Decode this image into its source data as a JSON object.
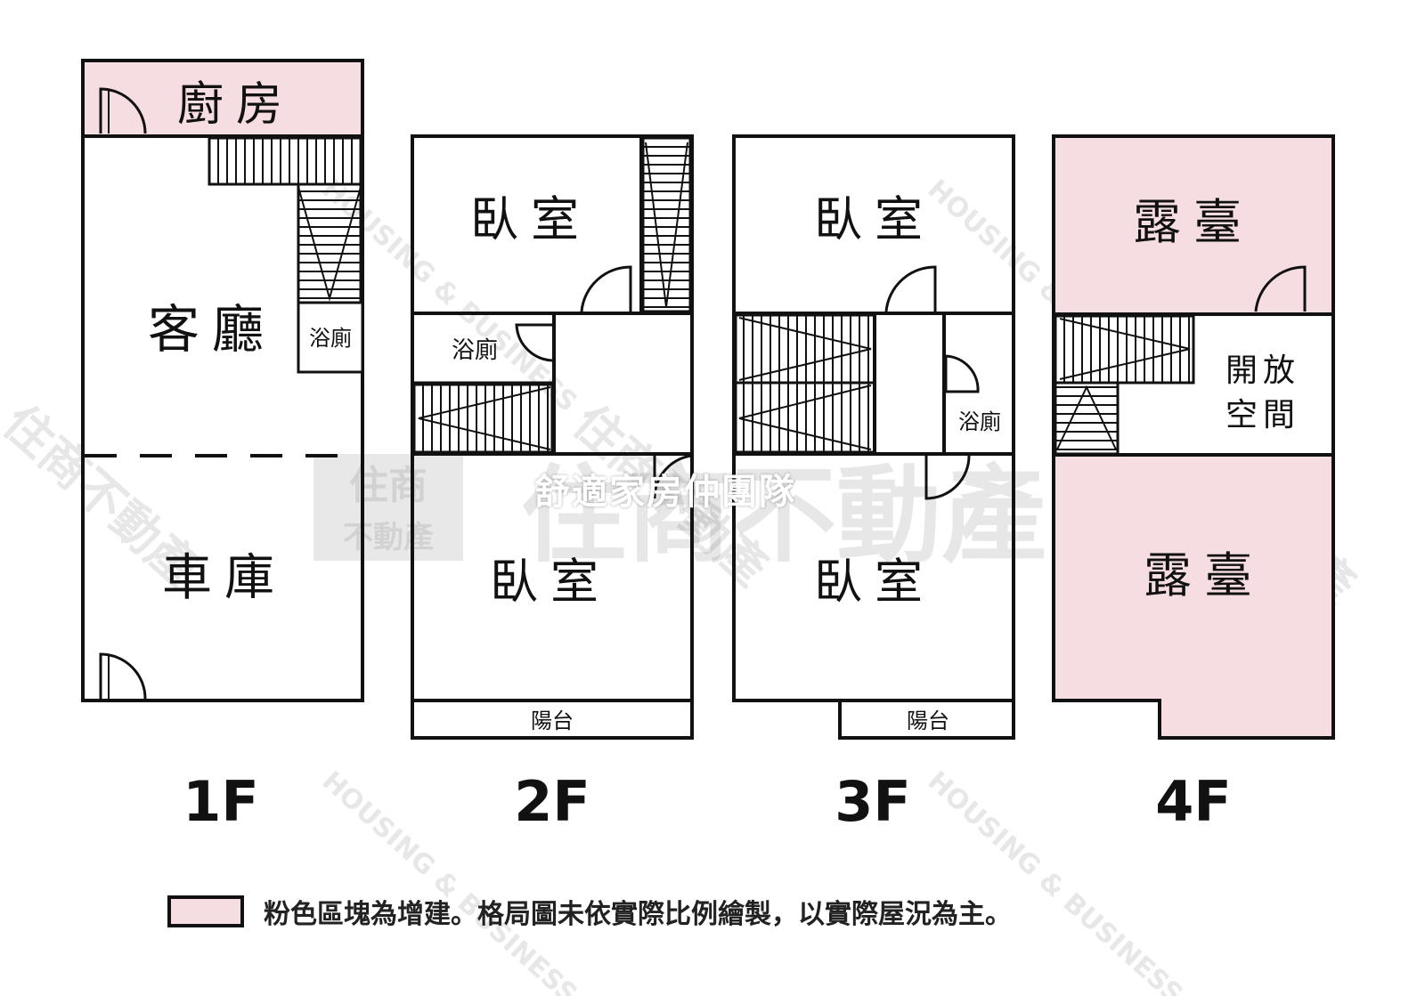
{
  "colors": {
    "addition": "#f5dde1",
    "line": "#111111"
  },
  "floors": {
    "f1": {
      "label": "1F",
      "kitchen": "廚房",
      "living": "客廳",
      "bath": "浴廁",
      "garage": "車庫"
    },
    "f2": {
      "label": "2F",
      "bedroom_top": "臥室",
      "bath": "浴廁",
      "bedroom_bottom": "臥室",
      "balcony": "陽台"
    },
    "f3": {
      "label": "3F",
      "bedroom_top": "臥室",
      "bath": "浴廁",
      "bedroom_bottom": "臥室",
      "balcony": "陽台"
    },
    "f4": {
      "label": "4F",
      "terrace_top": "露臺",
      "open_space_line1": "開放",
      "open_space_line2": "空間",
      "terrace_bottom": "露臺"
    }
  },
  "watermark": {
    "center_main": "住商不動產",
    "logo_top": "住商",
    "logo_bottom": "不動產",
    "en": "HOUSING & BUSINESS",
    "diag": "住商不動產"
  },
  "overlay": {
    "text": "舒適家房仲團隊"
  },
  "legend": {
    "text": "粉色區塊為增建。格局圖未依實際比例繪製，以實際屋況為主。"
  }
}
